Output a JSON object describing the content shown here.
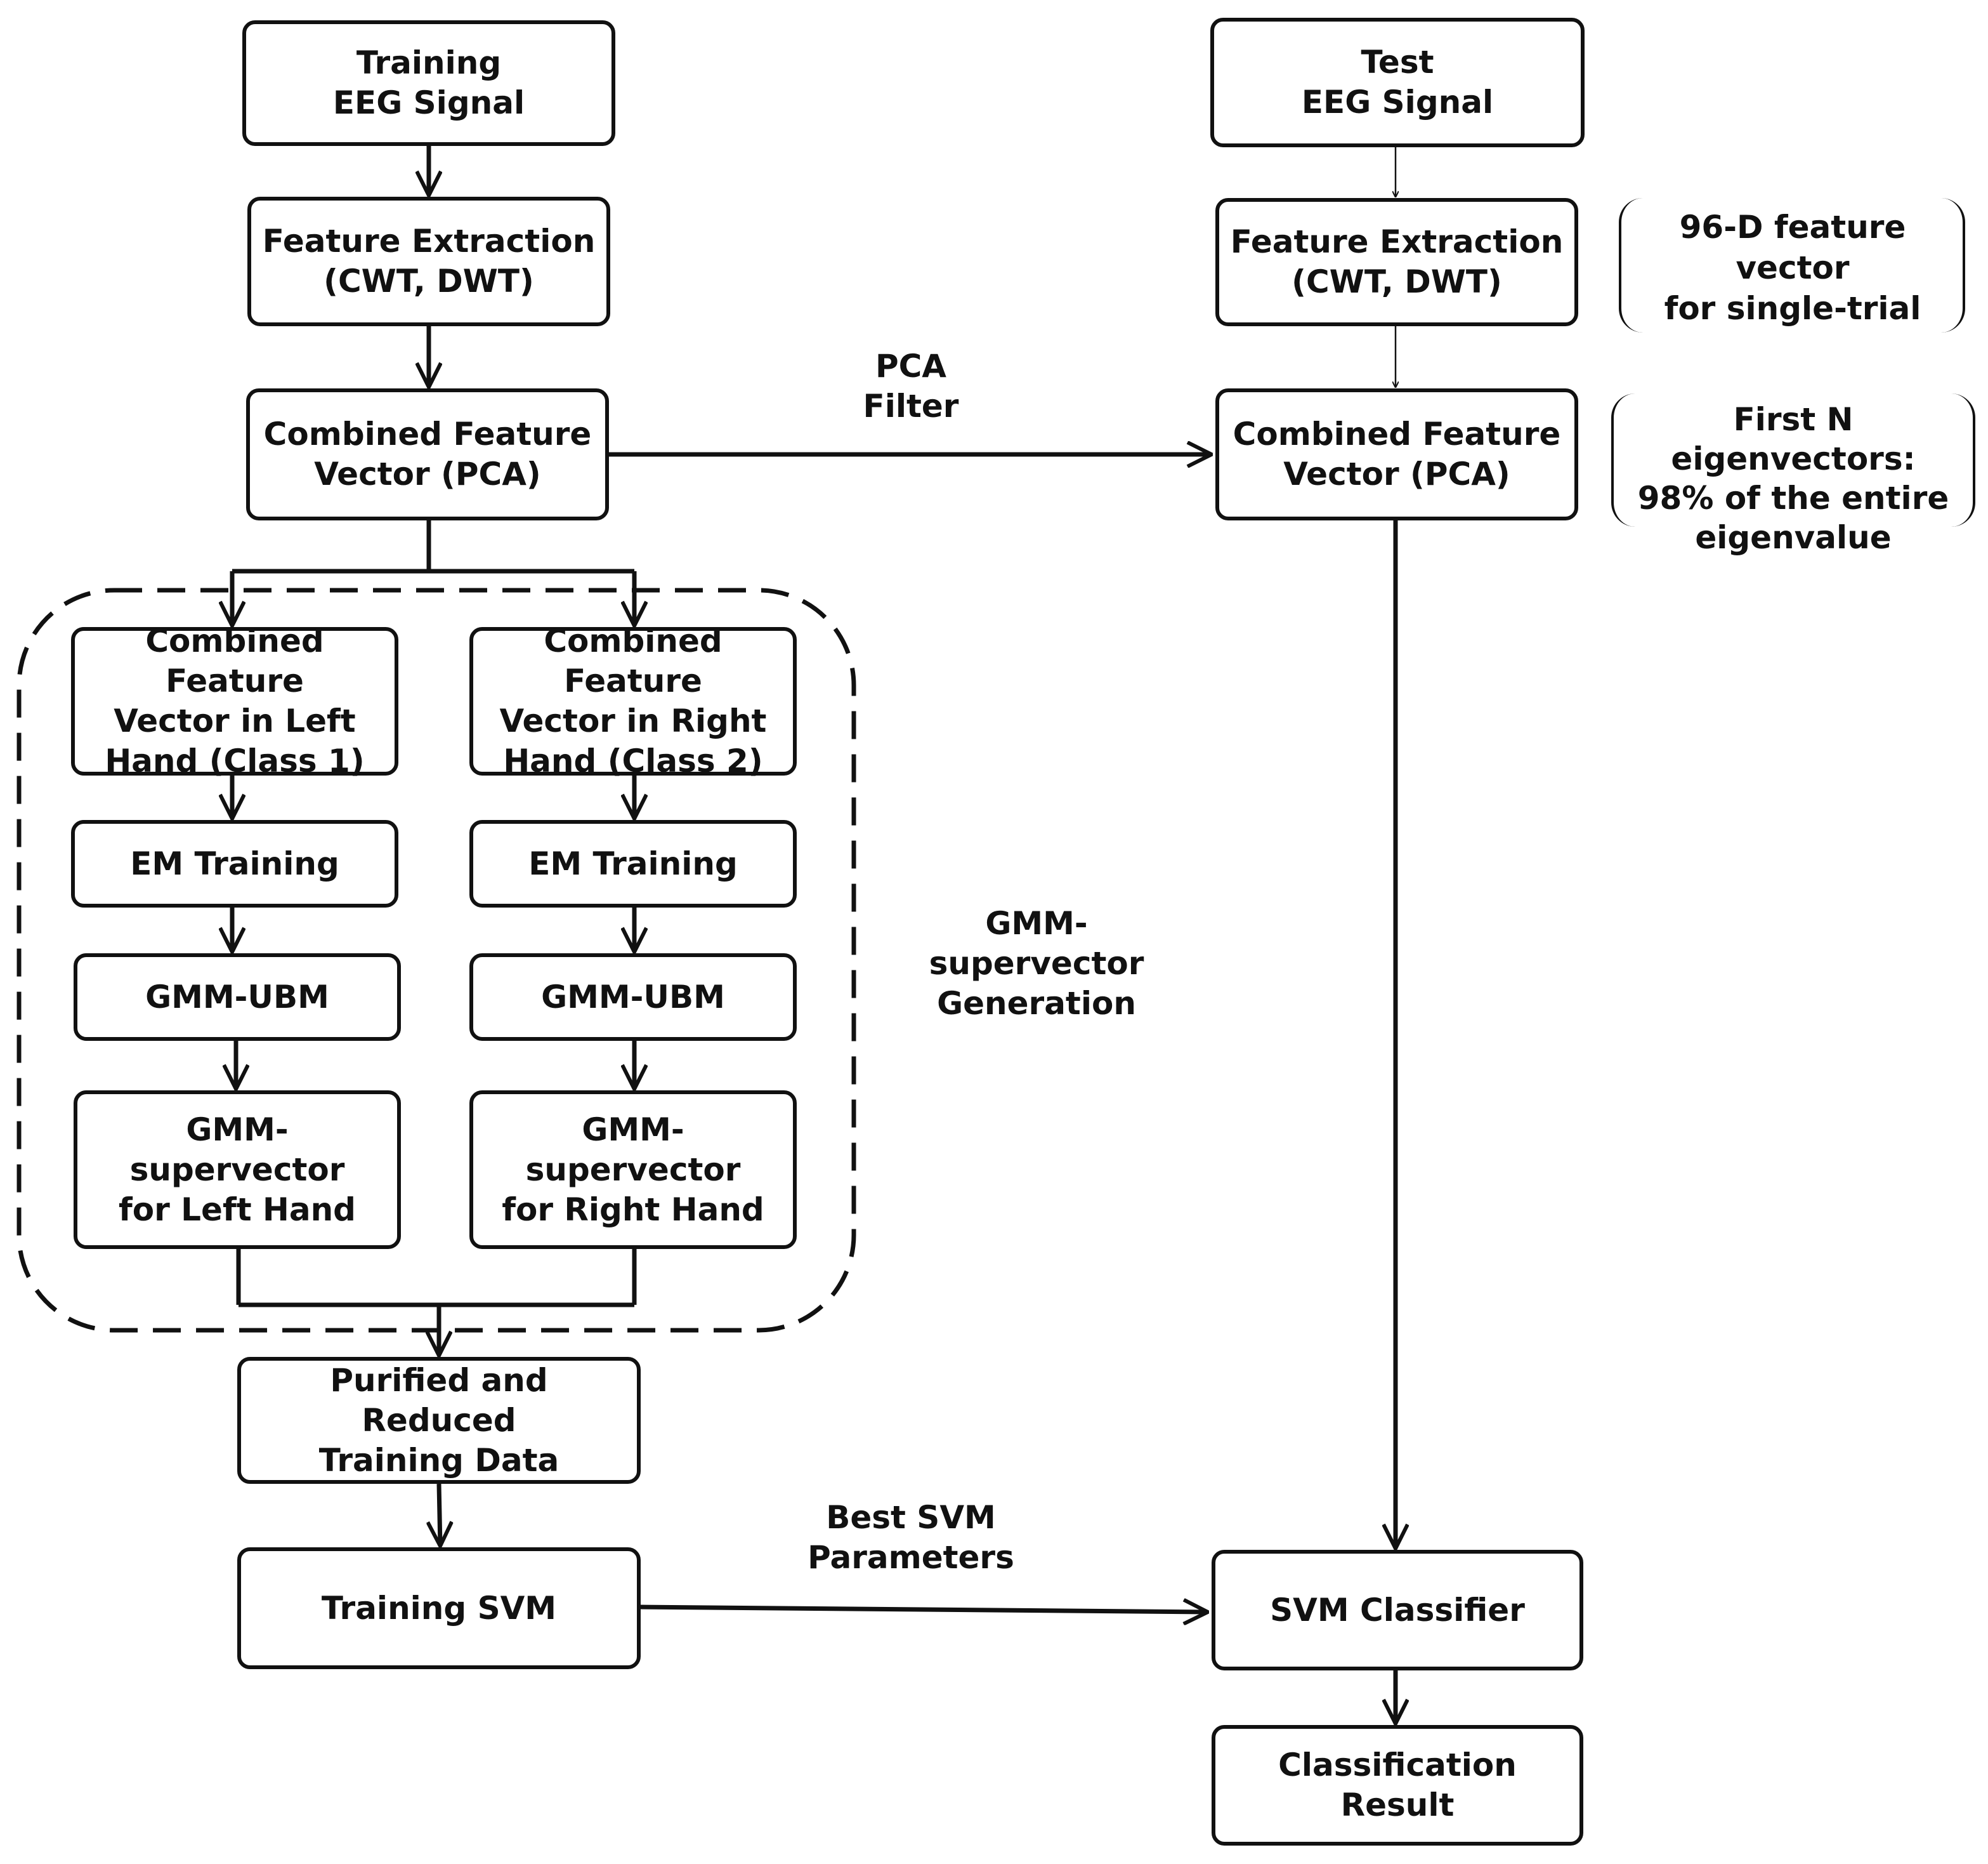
{
  "boxes": {
    "train_signal": "Training\nEEG Signal",
    "train_feature": "Feature Extraction\n(CWT, DWT)",
    "train_combined": "Combined Feature\nVector (PCA)",
    "left_class": "Combined Feature\nVector in Left\nHand (Class 1)",
    "right_class": "Combined Feature\nVector in Right\nHand (Class 2)",
    "left_em": "EM Training",
    "right_em": "EM Training",
    "left_ubm": "GMM-UBM",
    "right_ubm": "GMM-UBM",
    "left_sv": "GMM-supervector\nfor Left Hand",
    "right_sv": "GMM-supervector\nfor Right Hand",
    "purified": "Purified and Reduced\nTraining Data",
    "train_svm": "Training SVM",
    "test_signal": "Test\nEEG Signal",
    "test_feature": "Feature Extraction\n(CWT, DWT)",
    "test_combined": "Combined Feature\nVector (PCA)",
    "svm_classifier": "SVM Classifier",
    "result": "Classification Result"
  },
  "labels": {
    "pca_filter": "PCA\nFilter",
    "gmm_generation": "GMM-supervector\nGeneration",
    "best_svm": "Best SVM\nParameters"
  },
  "notes": {
    "feature_dim": "96-D feature vector\nfor single-trial",
    "eigen": "First N eigenvectors:\n98% of the entire\neigenvalue"
  },
  "colors": {
    "line": "#111111",
    "background": "#ffffff"
  }
}
